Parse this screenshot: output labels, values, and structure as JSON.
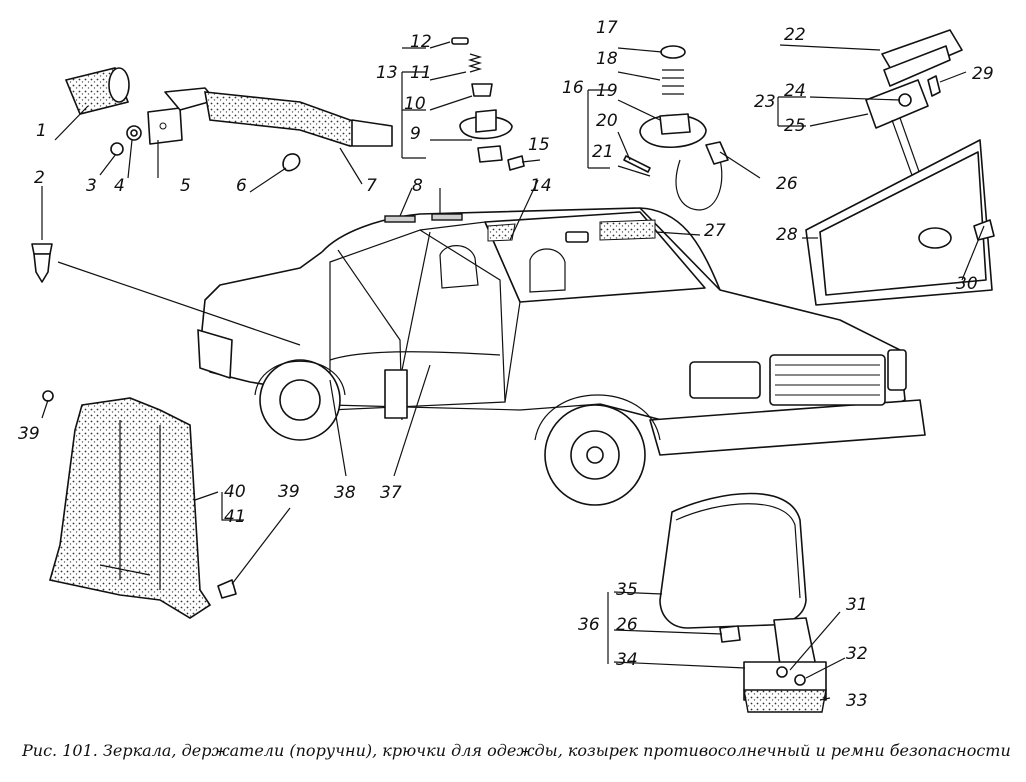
{
  "caption": "Рис. 101. Зеркала, держатели (поручни), крючки для одежды, козырек противосолнечный и ремни безопасности",
  "labels": {
    "l1": "1",
    "l2": "2",
    "l3": "3",
    "l4": "4",
    "l5": "5",
    "l6": "6",
    "l7": "7",
    "l8": "8",
    "l9": "9",
    "l10": "10",
    "l11": "11",
    "l12": "12",
    "l13": "13",
    "l14": "14",
    "l15": "15",
    "l16": "16",
    "l17": "17",
    "l18": "18",
    "l19": "19",
    "l20": "20",
    "l21": "21",
    "l22": "22",
    "l23": "23",
    "l24": "24",
    "l25": "25",
    "l26a": "26",
    "l26b": "26",
    "l27": "27",
    "l28": "28",
    "l29": "29",
    "l30": "30",
    "l31": "31",
    "l32": "32",
    "l33": "33",
    "l34": "34",
    "l35": "35",
    "l36": "36",
    "l37": "37",
    "l38": "38",
    "l39a": "39",
    "l39b": "39",
    "l40": "40",
    "l41": "41"
  }
}
